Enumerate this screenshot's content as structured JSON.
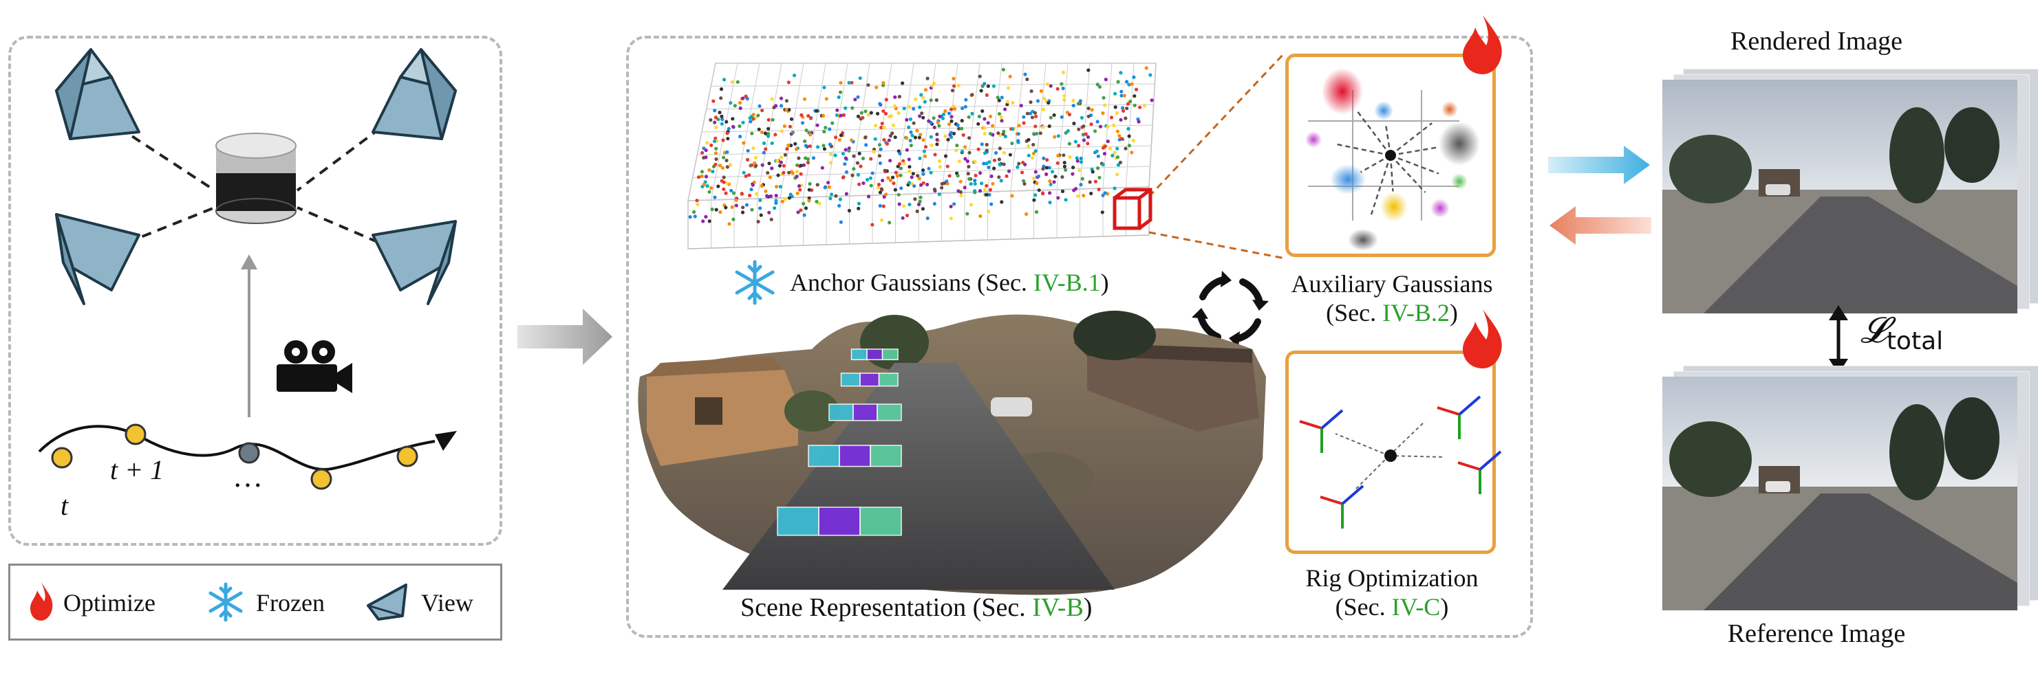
{
  "left_panel": {
    "trajectory_labels": {
      "t": "t",
      "t_plus_1": "t + 1",
      "ellipsis": "…"
    }
  },
  "legend": {
    "optimize_label": "Optimize",
    "frozen_label": "Frozen",
    "view_label": "View"
  },
  "middle_panel": {
    "anchor_label": "Anchor Gaussians (Sec. ",
    "anchor_ref": "IV-B.1",
    "anchor_close": ")",
    "aux_label_line1": "Auxiliary Gaussians",
    "aux_label_prefix": "(Sec. ",
    "aux_ref": "IV-B.2",
    "aux_close": ")",
    "rig_label_line1": "Rig Optimization",
    "rig_label_prefix": "(Sec. ",
    "rig_ref": "IV-C",
    "rig_close": ")",
    "scene_label": "Scene Representation (Sec. ",
    "scene_ref": "IV-B",
    "scene_close": ")"
  },
  "right_panel": {
    "rendered_title": "Rendered Image",
    "reference_title": "Reference Image",
    "loss_symbol": "𝓛",
    "loss_subscript": "total"
  },
  "colors": {
    "reference_green": "#2aa02a",
    "dashed_border": "#b8b8b8",
    "orange_border": "#e8a040",
    "flame_red": "#e8281c",
    "snowflake_blue": "#3aa8e0",
    "arrow_blue": "#3fb0e0",
    "arrow_orange": "#e88060",
    "trajectory_yellow": "#f2c230",
    "trajectory_gray": "#6b7b88"
  }
}
